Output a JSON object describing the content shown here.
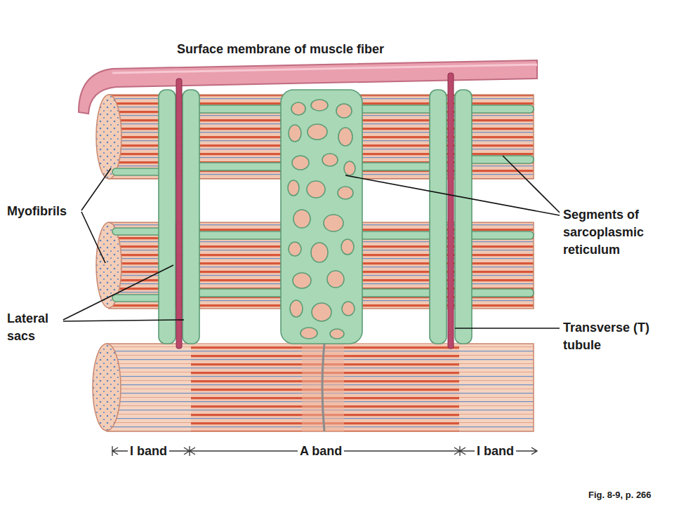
{
  "diagram": {
    "labels": [
      "Surface membrane of muscle fiber",
      "Myofibrils",
      "Segments of sarcoplasmic reticulum",
      "Lateral sacs",
      "Transverse (T) tubule",
      "I band",
      "A band",
      "I band",
      "Fig. 8-9, p. 266"
    ]
  }
}
